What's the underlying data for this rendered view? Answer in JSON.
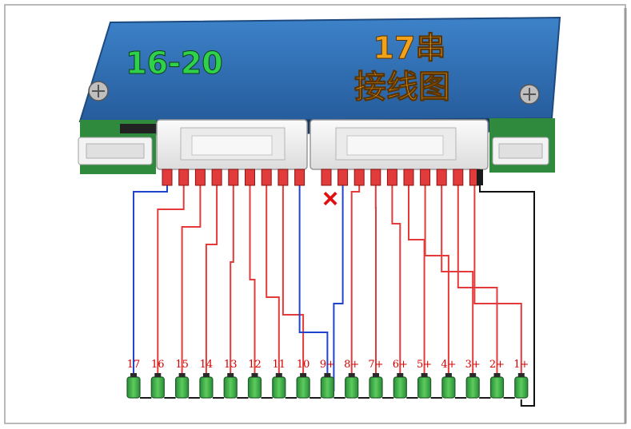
{
  "board": {
    "range_label": "16-20",
    "title_line1": "17串",
    "title_line2": "接线图"
  },
  "colors": {
    "board_blue": "#2f6fb4",
    "range_label_green": "#2fd14a",
    "title_orange": "#f2a21a",
    "wire_red": "#e53a3a",
    "wire_blue": "#2244cc",
    "wire_black": "#111111",
    "label_red": "#d40000",
    "battery_green": "#36a84a",
    "x_mark": "#e01010"
  },
  "unused_pin_marker": "×",
  "cell_labels": [
    "17",
    "16",
    "15",
    "14",
    "13",
    "12",
    "11",
    "10",
    "9+",
    "8+",
    "7+",
    "6+",
    "5+",
    "4+",
    "3+",
    "2+",
    "1+"
  ]
}
